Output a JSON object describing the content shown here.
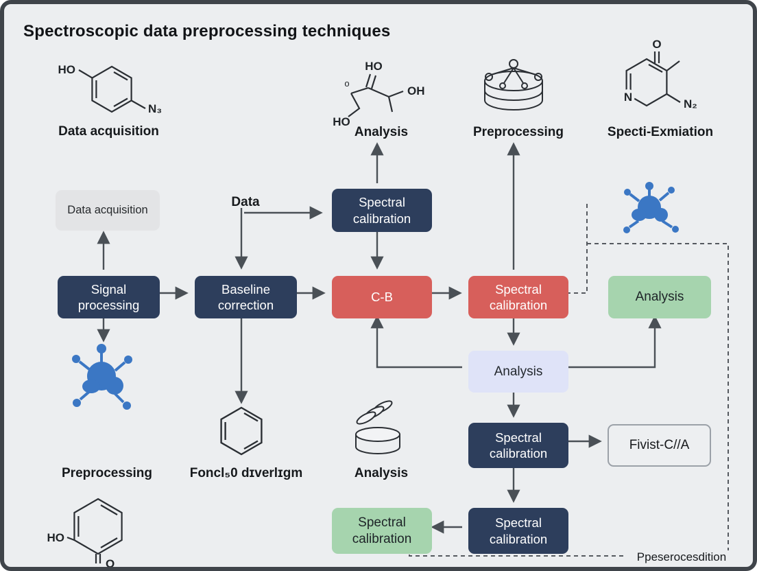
{
  "title": "Spectroscopic data preprocessing techniques",
  "colors": {
    "background": "#eceef0",
    "frame": "#3f444a",
    "navy": "#2d3e5c",
    "red": "#d75f5b",
    "green": "#a6d4ae",
    "lavender": "#dfe3f8",
    "gray_box": "#e3e4e6",
    "outlined_box_border": "#9ba1a8",
    "arrow": "#4a5056",
    "molecule_blue": "#3b77c4"
  },
  "top_row": {
    "data_acquisition_label": "Data acquisition",
    "analysis_label": "Analysis",
    "preprocessing_label": "Preprocessing",
    "specti_label": "Specti-Exmiation"
  },
  "flow": {
    "data_acquisition_box": "Data acquisition",
    "data_label": "Data",
    "spectral_calibration_top": "Spectral calibration",
    "signal_processing": "Signal processing",
    "baseline_correction": "Baseline correction",
    "c_b": "C-B",
    "spectral_calibration_red": "Spectral calibration",
    "analysis_green": "Analysis",
    "analysis_lavender": "Analysis",
    "spectral_calibration_mid": "Spectral calibration",
    "fivist_box": "Fivist-C//A",
    "spectral_calibration_green": "Spectral calibration",
    "spectral_calibration_bottom": "Spectral calibration"
  },
  "bottom_row": {
    "preprocessing_label": "Preprocessing",
    "foncl_label": "Foncl₅0 dɪverlɪgm",
    "analysis_label": "Analysis",
    "dashed_label": "Ppeserocesdition"
  },
  "chem_labels": {
    "ho": "HO",
    "oh": "OH",
    "o_upper": "O",
    "o_small": "o",
    "n": "N",
    "n2": "N₂",
    "n3": "N₃"
  }
}
